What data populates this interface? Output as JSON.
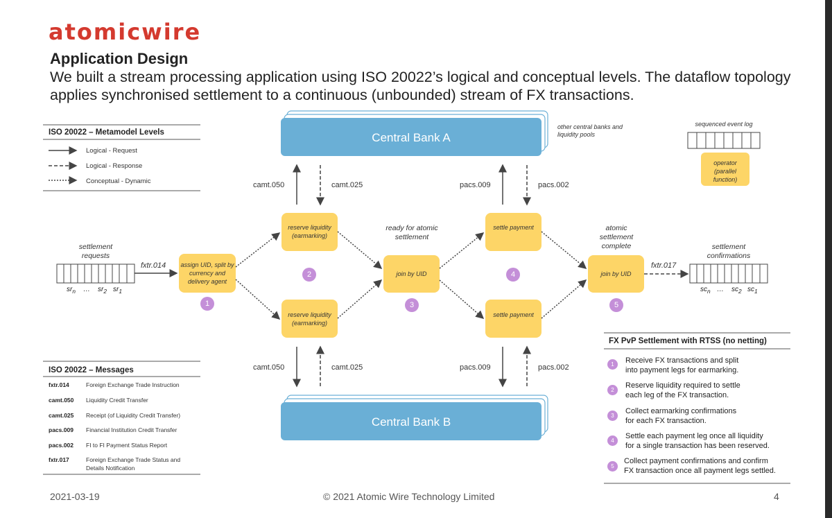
{
  "brand": {
    "logo": "atomicwire",
    "logo_color": "#d43a2f"
  },
  "heading": {
    "title": "Application Design",
    "subtitle": "We built a stream processing application using ISO 20022’s logical and conceptual levels. The dataflow topology applies synchronised settlement to a continuous (unbounded) stream of FX transactions."
  },
  "legend": {
    "title": "ISO 20022 – Metamodel Levels",
    "items": [
      "Logical - Request",
      "Logical - Response",
      "Conceptual - Dynamic"
    ]
  },
  "messages": {
    "title": "ISO 20022 – Messages",
    "items": [
      {
        "code": "fxtr.014",
        "desc": "Foreign Exchange Trade Instruction"
      },
      {
        "code": "camt.050",
        "desc": "Liquidity Credit Transfer"
      },
      {
        "code": "camt.025",
        "desc": "Receipt (of Liquidity Credit Transfer)"
      },
      {
        "code": "pacs.009",
        "desc": "Financial Institution Credit Transfer"
      },
      {
        "code": "pacs.002",
        "desc": "FI to FI Payment Status Report"
      },
      {
        "code": "fxtr.017",
        "desc": "Foreign Exchange Trade Status and Details Notification"
      }
    ]
  },
  "diagram": {
    "bank_a": "Central Bank A",
    "bank_b": "Central Bank B",
    "bank_note": "other central banks and liquidity pools",
    "event_log": "sequenced event log",
    "operator": "operator (parallel function)",
    "settlement_requests": "settlement requests",
    "settlement_confirmations": "settlement confirmations",
    "ready_for_settlement": "ready for atomic settlement",
    "settlement_complete": "atomic settlement complete",
    "node_assign": "assign UID, split by currency and delivery agent",
    "node_reserve": "reserve liquidity (earmarking)",
    "node_join": "join by UID",
    "node_settle": "settle payment",
    "msg_fxtr014": "fxtr.014",
    "msg_fxtr017": "fxtr.017",
    "msg_camt050": "camt.050",
    "msg_camt025": "camt.025",
    "msg_pacs009": "pacs.009",
    "msg_pacs002": "pacs.002",
    "sr_n": "sr",
    "sr_n_sub": "n",
    "sr_2": "sr",
    "sr_2_sub": "2",
    "sr_1": "sr",
    "sr_1_sub": "1",
    "sc_n": "sc",
    "sc_n_sub": "n",
    "sc_2": "sc",
    "sc_2_sub": "2",
    "sc_1": "sc",
    "sc_1_sub": "1",
    "ellipsis": "…",
    "badges": [
      "1",
      "2",
      "3",
      "4",
      "5"
    ]
  },
  "steps": {
    "title": "FX PvP Settlement with RTSS (no netting)",
    "items": [
      {
        "num": "1",
        "line1": "Receive FX transactions and split",
        "line2": "into payment legs for earmarking."
      },
      {
        "num": "2",
        "line1": "Reserve liquidity required to settle",
        "line2": "each leg of the FX transaction."
      },
      {
        "num": "3",
        "line1": "Collect earmarking confirmations",
        "line2": "for each FX transaction."
      },
      {
        "num": "4",
        "line1": "Settle each payment leg once all liquidity",
        "line2": "for a single transaction has been reserved."
      },
      {
        "num": "5",
        "line1": "Collect payment confirmations and confirm",
        "line2": "FX transaction once all payment legs settled."
      }
    ]
  },
  "footer": {
    "date": "2021-03-19",
    "copyright": "© 2021 Atomic Wire Technology Limited",
    "page": "4"
  },
  "colors": {
    "bank_blue": "#6aafd6",
    "node_yellow": "#fdd567",
    "badge_purple": "#c48fd8"
  }
}
